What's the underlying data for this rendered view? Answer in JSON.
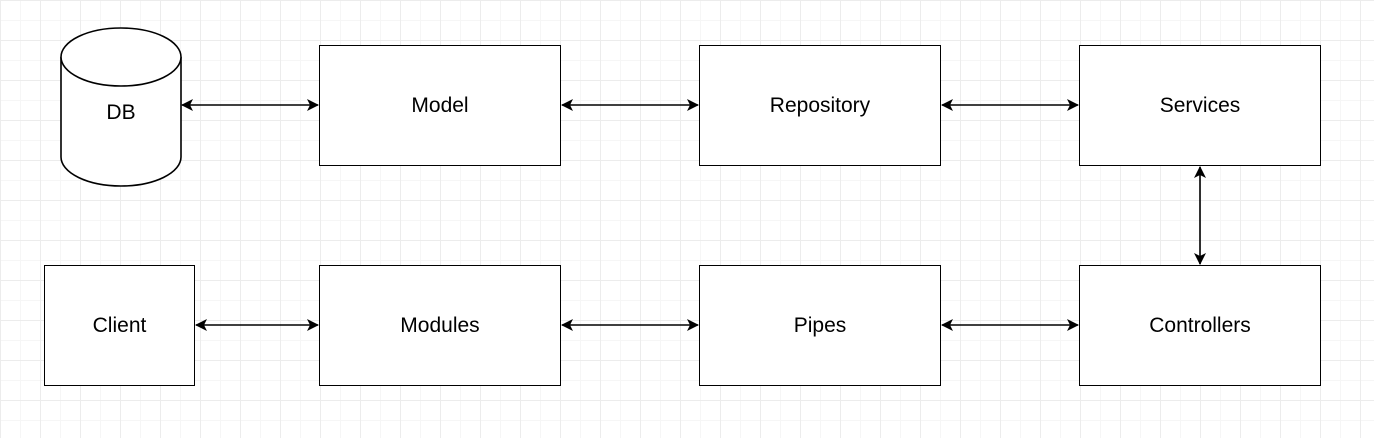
{
  "nodes": {
    "db": "DB",
    "model": "Model",
    "repository": "Repository",
    "services": "Services",
    "client": "Client",
    "modules": "Modules",
    "pipes": "Pipes",
    "controllers": "Controllers"
  },
  "edges": [
    {
      "from": "DB",
      "to": "Model",
      "direction": "bidirectional"
    },
    {
      "from": "Model",
      "to": "Repository",
      "direction": "bidirectional"
    },
    {
      "from": "Repository",
      "to": "Services",
      "direction": "bidirectional"
    },
    {
      "from": "Services",
      "to": "Controllers",
      "direction": "bidirectional"
    },
    {
      "from": "Client",
      "to": "Modules",
      "direction": "bidirectional"
    },
    {
      "from": "Modules",
      "to": "Pipes",
      "direction": "bidirectional"
    },
    {
      "from": "Pipes",
      "to": "Controllers",
      "direction": "bidirectional"
    }
  ],
  "colors": {
    "stroke": "#000000",
    "node_fill": "#ffffff",
    "grid": "#ececec"
  }
}
